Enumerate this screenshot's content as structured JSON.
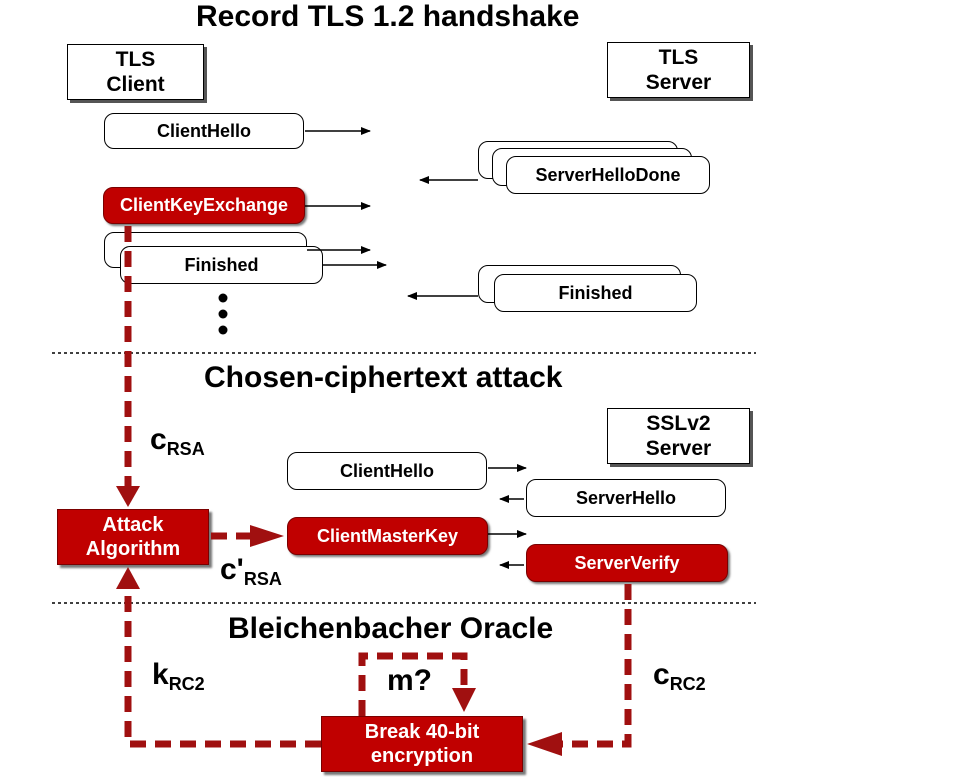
{
  "titles": {
    "handshake": "Record TLS 1.2 handshake",
    "attack": "Chosen-ciphertext attack",
    "oracle": "Bleichenbacher Oracle"
  },
  "tls_client": {
    "line1": "TLS",
    "line2": "Client"
  },
  "tls_server": {
    "line1": "TLS",
    "line2": "Server"
  },
  "sslv2_server": {
    "line1": "SSLv2",
    "line2": "Server"
  },
  "tls_messages": {
    "client_hello": "ClientHello",
    "server_hello_done": "ServerHelloDone",
    "client_key_exchange": "ClientKeyExchange",
    "client_finished": "Finished",
    "server_finished": "Finished"
  },
  "sslv2_messages": {
    "client_hello": "ClientHello",
    "server_hello": "ServerHello",
    "client_master_key": "ClientMasterKey",
    "server_verify": "ServerVerify"
  },
  "attack_algorithm": {
    "line1": "Attack",
    "line2": "Algorithm"
  },
  "break_encryption": {
    "line1": "Break 40-bit",
    "line2": "encryption"
  },
  "labels": {
    "c_rsa": {
      "main": "c",
      "sub": "RSA"
    },
    "c_prime_rsa": {
      "main": "c'",
      "sub": "RSA"
    },
    "k_rc2": {
      "main": "k",
      "sub": "RC2"
    },
    "c_rc2": {
      "main": "c",
      "sub": "RC2"
    },
    "m_question": "m?"
  },
  "colors": {
    "attack_red": "#c00000",
    "dashed_arrow": "#a01010"
  }
}
